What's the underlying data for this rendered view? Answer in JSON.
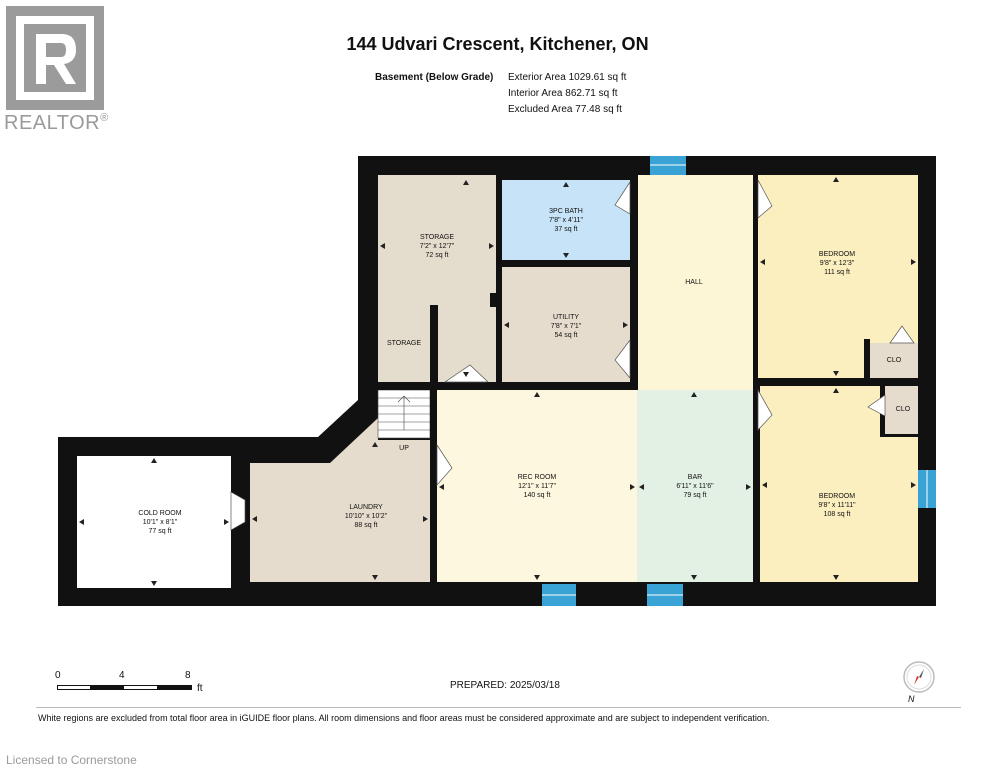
{
  "header": {
    "title": "144 Udvari Crescent, Kitchener, ON",
    "level_label": "Basement (Below Grade)",
    "exterior_area": "Exterior Area 1029.61 sq ft",
    "interior_area": "Interior Area 862.71 sq ft",
    "excluded_area": "Excluded Area 77.48 sq ft"
  },
  "logo": {
    "wordmark": "REALTOR",
    "registered": "®",
    "icon": "realtor-r-logo"
  },
  "rooms": {
    "storage": {
      "name": "STORAGE",
      "dims": "7'2\" x 12'7\"",
      "area": "72 sq ft"
    },
    "storage2": {
      "name": "STORAGE"
    },
    "bath": {
      "name": "3PC BATH",
      "dims": "7'8\" x 4'11\"",
      "area": "37 sq ft"
    },
    "utility": {
      "name": "UTILITY",
      "dims": "7'8\" x 7'1\"",
      "area": "54 sq ft"
    },
    "hall": {
      "name": "HALL"
    },
    "bedroom1": {
      "name": "BEDROOM",
      "dims": "9'8\" x 12'3\"",
      "area": "111 sq ft"
    },
    "clo1": {
      "name": "CLO"
    },
    "clo2": {
      "name": "CLO"
    },
    "bedroom2": {
      "name": "BEDROOM",
      "dims": "9'8\" x 11'11\"",
      "area": "108 sq ft"
    },
    "rec": {
      "name": "REC ROOM",
      "dims": "12'1\" x 11'7\"",
      "area": "140 sq ft"
    },
    "bar": {
      "name": "BAR",
      "dims": "6'11\" x 11'6\"",
      "area": "79 sq ft"
    },
    "laundry": {
      "name": "LAUNDRY",
      "dims": "10'10\" x 10'2\"",
      "area": "88 sq ft"
    },
    "cold": {
      "name": "COLD ROOM",
      "dims": "10'1\" x 8'1\"",
      "area": "77 sq ft"
    },
    "stairs": {
      "name": "UP"
    }
  },
  "colors": {
    "wall": "#111111",
    "storage": "#e4dccd",
    "bath": "#c6e3f7",
    "utility": "#e6dccd",
    "hall": "#fdf6d6",
    "bedroom": "#fbeebf",
    "rec": "#fcf7de",
    "bar": "#e3f1e4",
    "laundry": "#e6dccd",
    "cold": "#ffffff",
    "window": "#3aa3d6"
  },
  "scale": {
    "t0": "0",
    "t4": "4",
    "t8": "8",
    "unit": "ft"
  },
  "prepared": "PREPARED: 2025/03/18",
  "compass": {
    "label": "N",
    "icon": "compass-icon"
  },
  "footnote": "White regions are excluded from total floor area in iGUIDE floor plans. All room dimensions and floor areas must be considered approximate and are subject to independent verification.",
  "licensed": "Licensed to Cornerstone"
}
